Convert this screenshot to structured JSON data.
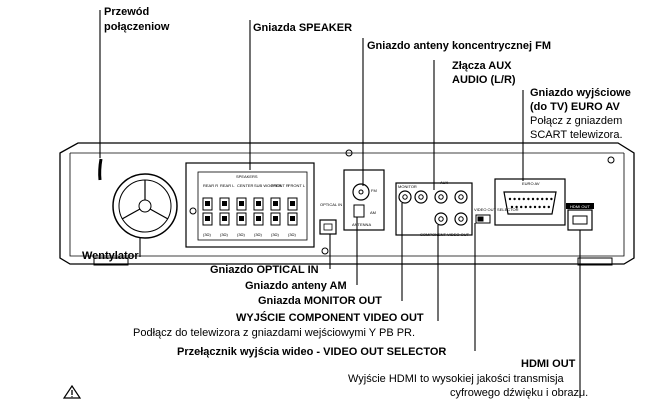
{
  "callouts": {
    "power_cord": {
      "line1": "Przewód",
      "line2": "połączeniow"
    },
    "speaker": {
      "text": "Gniazda SPEAKER"
    },
    "fm_antenna": {
      "text": "Gniazdo anteny koncentrycznej FM"
    },
    "aux_audio": {
      "line1": "Złącza AUX",
      "line2": "AUDIO (L/R)"
    },
    "euro_av": {
      "line1": "Gniazdo wyjściowe",
      "line2": "(do TV) EURO AV",
      "line3": "Połącz z gniazdem",
      "line4": "SCART telewizora."
    },
    "fan": {
      "text": "Wentylator"
    },
    "optical_in": {
      "text": "Gniazdo OPTICAL IN"
    },
    "am_antenna": {
      "text": "Gniazdo anteny AM"
    },
    "monitor_out": {
      "text": "Gniazda MONITOR OUT"
    },
    "component_out": {
      "title": "WYJŚCIE COMPONENT VIDEO OUT",
      "desc": "Podłącz do telewizora z gniazdami wejściowymi Y PB PR."
    },
    "video_selector": {
      "text": "Przełącznik wyjścia wideo - VIDEO OUT SELECTOR"
    },
    "hdmi_out": {
      "title": "HDMI OUT",
      "line1": "Wyjście HDMI to wysokiej jakości transmisja",
      "line2": "cyfrowego dźwięku i obrazu."
    }
  },
  "panel_labels": {
    "speakers": "SPEAKERS",
    "speaker_channels": [
      "REAR R",
      "REAR L",
      "CENTER",
      "SUB WOOFER",
      "FRONT R",
      "FRONT L"
    ],
    "speaker_ohms": [
      "(3Ω)",
      "(3Ω)",
      "(3Ω)",
      "(3Ω)",
      "(3Ω)",
      "(3Ω)"
    ],
    "optical": "OPTICAL IN",
    "fm": "FM",
    "am": "AM",
    "antenna": "ANTENNA",
    "monitor": "MONITOR",
    "aux": "AUX",
    "component": "COMPONENT VIDEO OUT",
    "video_out": "VIDEO OUT SELECTOR",
    "euro_av": "EURO AV",
    "hdmi": "HDMI OUT"
  },
  "icons": {
    "warning": "warning-triangle-icon"
  }
}
